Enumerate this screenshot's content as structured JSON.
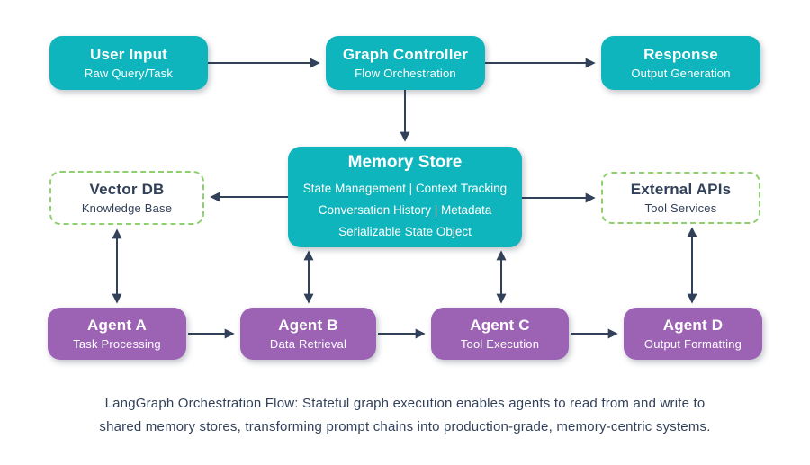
{
  "colors": {
    "teal": "#0fb5bc",
    "purple": "#9c63b5",
    "navy": "#32415a",
    "dashed_green": "#8ed06e",
    "background": "#ffffff",
    "box_text": "#ffffff"
  },
  "nodes": {
    "user_input": {
      "title": "User Input",
      "subtitle": "Raw Query/Task"
    },
    "graph_controller": {
      "title": "Graph Controller",
      "subtitle": "Flow Orchestration"
    },
    "response": {
      "title": "Response",
      "subtitle": "Output Generation"
    },
    "memory_store": {
      "title": "Memory Store",
      "line1": "State Management | Context Tracking",
      "line2": "Conversation History | Metadata",
      "line3": "Serializable State Object"
    },
    "vector_db": {
      "title": "Vector DB",
      "subtitle": "Knowledge Base"
    },
    "external_apis": {
      "title": "External APIs",
      "subtitle": "Tool Services"
    },
    "agent_a": {
      "title": "Agent A",
      "subtitle": "Task Processing"
    },
    "agent_b": {
      "title": "Agent B",
      "subtitle": "Data Retrieval"
    },
    "agent_c": {
      "title": "Agent C",
      "subtitle": "Tool Execution"
    },
    "agent_d": {
      "title": "Agent D",
      "subtitle": "Output Formatting"
    }
  },
  "caption": {
    "line1": "LangGraph Orchestration Flow: Stateful graph execution enables agents to read from and write to",
    "line2": "shared memory stores, transforming prompt chains into production-grade, memory-centric systems."
  }
}
